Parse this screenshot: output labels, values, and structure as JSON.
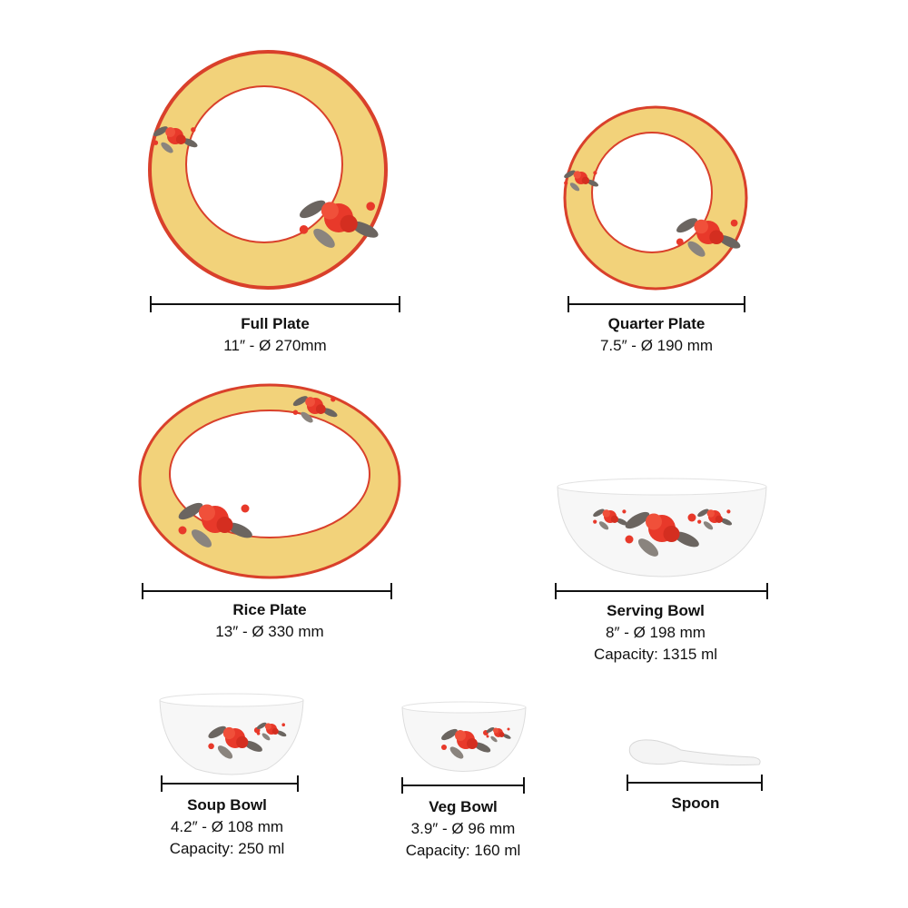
{
  "colors": {
    "rim": "#f2d27a",
    "border": "#d9402b",
    "flower": "#e8392a",
    "leaf": "#6b6560",
    "line": "#111111"
  },
  "items": [
    {
      "name": "Full Plate",
      "size": "11″ - Ø 270mm"
    },
    {
      "name": "Quarter Plate",
      "size": "7.5″ - Ø 190 mm"
    },
    {
      "name": "Rice Plate",
      "size": "13″ - Ø 330 mm"
    },
    {
      "name": "Serving Bowl",
      "size": "8″ - Ø 198 mm",
      "capacity": "Capacity: 1315 ml"
    },
    {
      "name": "Soup Bowl",
      "size": "4.2″ - Ø 108 mm",
      "capacity": "Capacity: 250 ml"
    },
    {
      "name": "Veg Bowl",
      "size": "3.9″ - Ø 96 mm",
      "capacity": "Capacity: 160 ml"
    },
    {
      "name": "Spoon"
    }
  ]
}
